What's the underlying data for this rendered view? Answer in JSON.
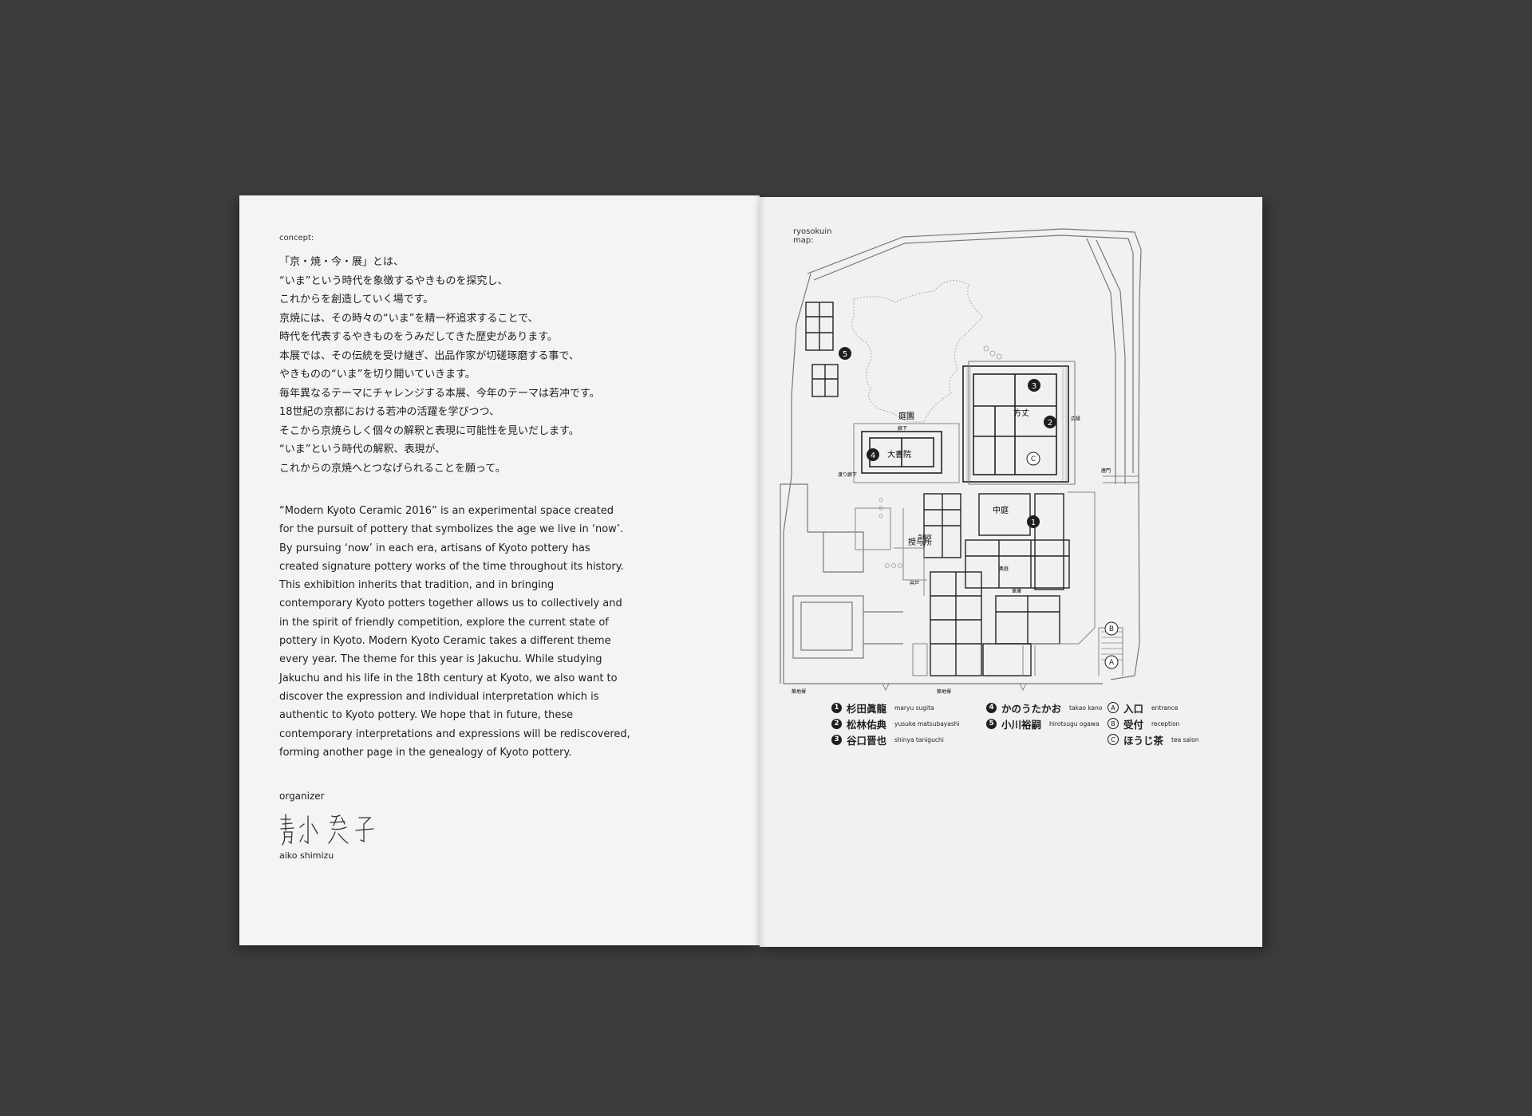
{
  "concept_label": "concept:",
  "concept_jp": [
    "「京・焼・今・展」とは、",
    "“いま”という時代を象徴するやきものを探究し、",
    "これからを創造していく場です。",
    "京焼には、その時々の“いま”を精一杯追求することで、",
    "時代を代表するやきものをうみだしてきた歴史があります。",
    "本展では、その伝統を受け継ぎ、出品作家が切磋琢磨する事で、",
    "やきものの“いま”を切り開いていきます。",
    "毎年異なるテーマにチャレンジする本展、今年のテーマは若冲です。",
    "18世紀の京都における若冲の活躍を学びつつ、",
    "そこから京焼らしく個々の解釈と表現に可能性を見いだします。",
    "“いま”という時代の解釈、表現が、",
    "これからの京焼へとつなげられることを願って。"
  ],
  "concept_en": "“Modern Kyoto Ceramic 2016” is an experimental space created for the pursuit of pottery that symbolizes the age we live in ‘now’. By pursuing ‘now’ in each era, artisans of Kyoto pottery has created signature pottery works of the time throughout its history. This exhibition inherits that tradition, and in bringing contemporary Kyoto potters together allows us to collectively and in the spirit of friendly competition, explore the current state of pottery in Kyoto. Modern Kyoto Ceramic takes a different theme every year. The theme for this year is Jakuchu. While studying Jakuchu and his life in the 18th century at Kyoto, we also want to discover the expression and individual interpretation which is authentic to Kyoto pottery. We hope that in future, these contemporary interpretations and expressions will be rediscovered, forming another page in the genealogy of Kyoto pottery.",
  "organizer_label": "organizer",
  "organizer_name": "aiko shimizu",
  "organizer_signature": "清水 愛子",
  "map_label_1": "ryosokuin",
  "map_label_2": "map:",
  "map_text": {
    "garden": "庭園",
    "hojo": "方丈",
    "daishoin": "大書院",
    "nakaniwa": "中庭",
    "juyosho": "授与所",
    "rouka": "廊下",
    "watari_rouka": "渡り廊下",
    "ido": "井戸",
    "karamon": "唐門",
    "engawa": "広縁",
    "shako": "車庫",
    "chikujibei": "築地塀",
    "shaimusho": "寺務所",
    "okuniwa": "奥庭"
  },
  "artists": [
    {
      "num": "1",
      "name": "杉田眞龍",
      "romaji": "maryu sugita"
    },
    {
      "num": "2",
      "name": "松林佑典",
      "romaji": "yusuke matsubayashi"
    },
    {
      "num": "3",
      "name": "谷口晋也",
      "romaji": "shinya taniguchi"
    },
    {
      "num": "4",
      "name": "かのうたかお",
      "romaji": "takao kano"
    },
    {
      "num": "5",
      "name": "小川裕嗣",
      "romaji": "hirotsugu ogawa"
    }
  ],
  "facilities": [
    {
      "letter": "A",
      "name": "入口",
      "romaji": "entrance"
    },
    {
      "letter": "B",
      "name": "受付",
      "romaji": "reception"
    },
    {
      "letter": "C",
      "name": "ほうじ茶",
      "romaji": "tea salon"
    }
  ]
}
